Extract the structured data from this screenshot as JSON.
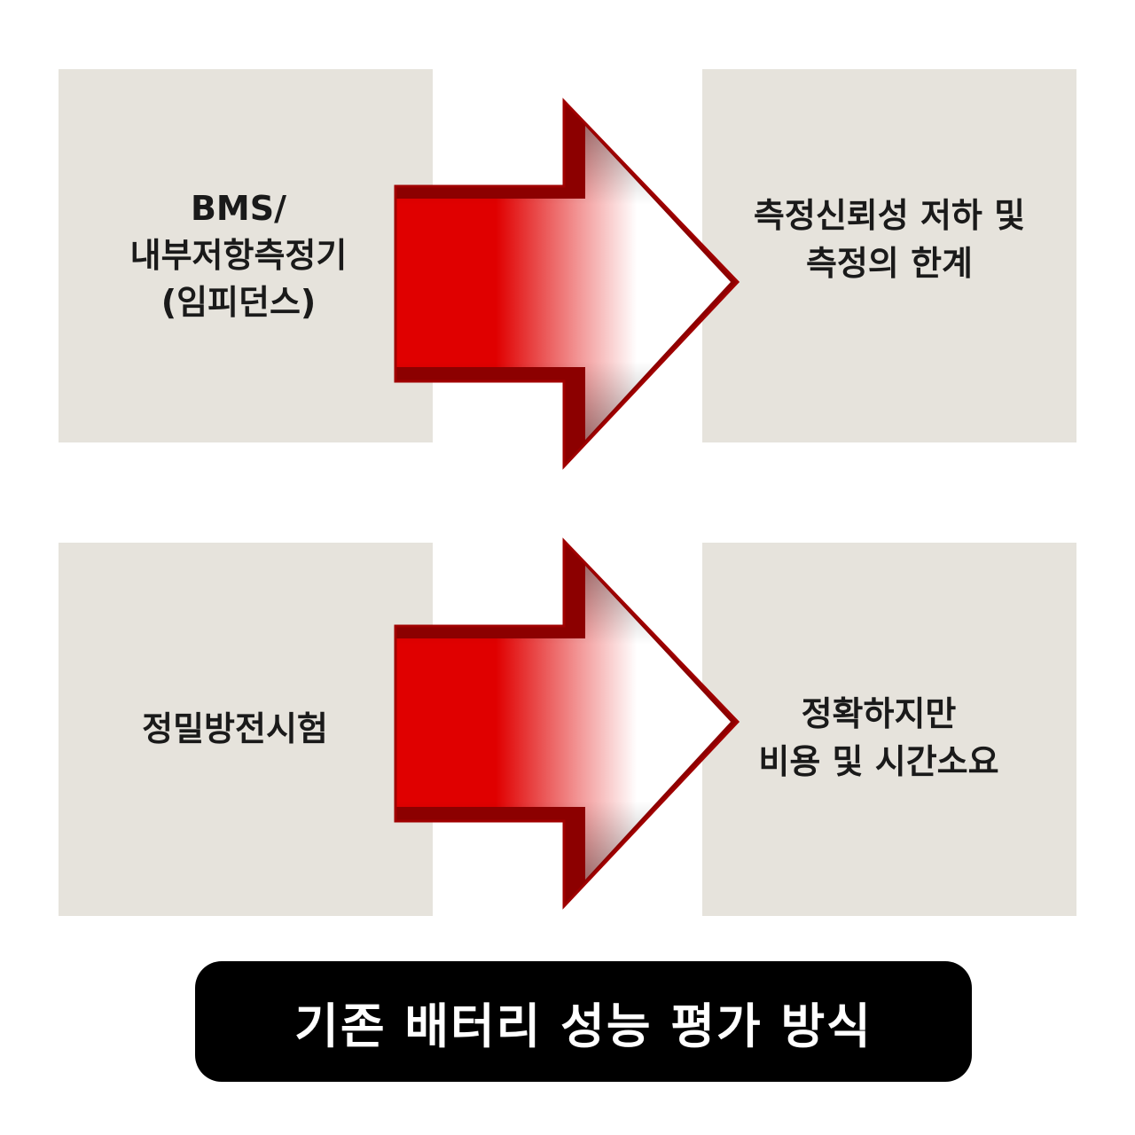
{
  "colors": {
    "box_background": "#e6e3dc",
    "arrow_red": "#e00000",
    "arrow_dark_red": "#8c0000",
    "title_background": "#000000",
    "title_text": "#ffffff"
  },
  "rows": [
    {
      "source_lines": [
        "BMS/",
        "내부저항측정기",
        "(임피던스)"
      ],
      "result_lines": [
        "측정신뢰성 저하 및",
        "측정의 한계"
      ]
    },
    {
      "source_lines": [
        "정밀방전시험"
      ],
      "result_lines": [
        "정확하지만",
        "비용 및 시간소요"
      ]
    }
  ],
  "title": "기존 배터리 성능 평가 방식"
}
